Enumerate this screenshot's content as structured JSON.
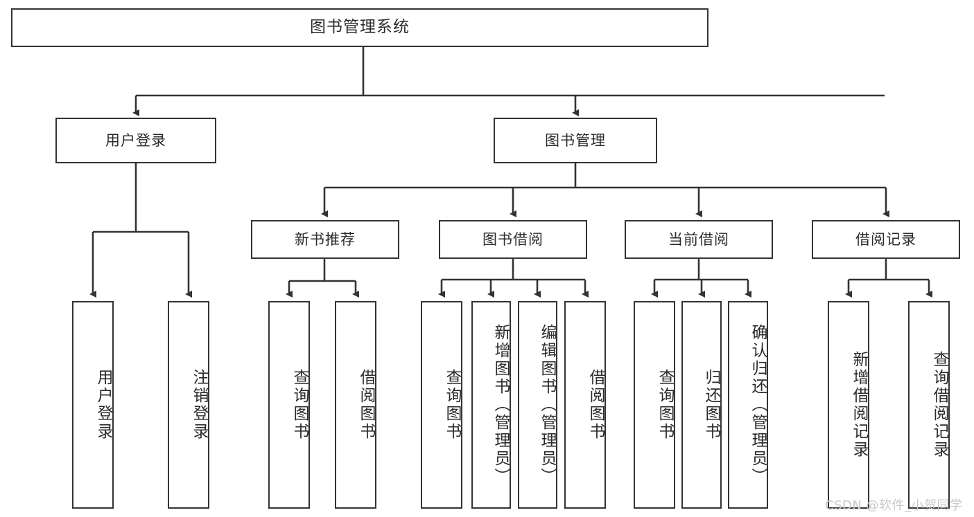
{
  "diagram": {
    "title": "图书管理系统",
    "watermark": "CSDN @软件_小贺同学",
    "style": {
      "box_border_color": "#333333",
      "box_fill_color": "#ffffff",
      "connector_color": "#333333",
      "text_color": "#2b2b2b",
      "watermark_color": "#c9c9c9",
      "background_color": "#ffffff"
    },
    "levels": {
      "root": "图书管理系统",
      "level2": [
        "用户登录",
        "图书管理"
      ],
      "level3": [
        "新书推荐",
        "图书借阅",
        "当前借阅",
        "借阅记录"
      ]
    },
    "nodes": {
      "root": {
        "label": "图书管理系统"
      },
      "user_login": {
        "label": "用户登录"
      },
      "book_manage": {
        "label": "图书管理"
      },
      "new_book_rec": {
        "label": "新书推荐"
      },
      "book_borrow": {
        "label": "图书借阅"
      },
      "current_borrow": {
        "label": "当前借阅"
      },
      "borrow_record": {
        "label": "借阅记录"
      },
      "leaf_user_login": {
        "label": "用户登录"
      },
      "leaf_logout": {
        "label": "注销登录"
      },
      "leaf_query_book_1": {
        "label": "查询图书"
      },
      "leaf_borrow_book_1": {
        "label": "借阅图书"
      },
      "leaf_query_book_2": {
        "label": "查询图书"
      },
      "leaf_add_book": {
        "label": "新增图书（管理员）"
      },
      "leaf_edit_book": {
        "label": "编辑图书（管理员）"
      },
      "leaf_borrow_book_2": {
        "label": "借阅图书"
      },
      "leaf_query_book_3": {
        "label": "查询图书"
      },
      "leaf_return_book": {
        "label": "归还图书"
      },
      "leaf_confirm_return": {
        "label": "确认归还（管理员）"
      },
      "leaf_add_record": {
        "label": "新增借阅记录"
      },
      "leaf_query_record": {
        "label": "查询借阅记录"
      }
    },
    "tree": [
      {
        "label": "图书管理系统",
        "children": [
          {
            "label": "用户登录",
            "children": [
              {
                "label": "用户登录"
              },
              {
                "label": "注销登录"
              }
            ]
          },
          {
            "label": "图书管理",
            "children": [
              {
                "label": "新书推荐",
                "children": [
                  {
                    "label": "查询图书"
                  },
                  {
                    "label": "借阅图书"
                  }
                ]
              },
              {
                "label": "图书借阅",
                "children": [
                  {
                    "label": "查询图书"
                  },
                  {
                    "label": "新增图书（管理员）"
                  },
                  {
                    "label": "编辑图书（管理员）"
                  },
                  {
                    "label": "借阅图书"
                  }
                ]
              },
              {
                "label": "当前借阅",
                "children": [
                  {
                    "label": "查询图书"
                  },
                  {
                    "label": "归还图书"
                  },
                  {
                    "label": "确认归还（管理员）"
                  }
                ]
              },
              {
                "label": "借阅记录",
                "children": [
                  {
                    "label": "新增借阅记录"
                  },
                  {
                    "label": "查询借阅记录"
                  }
                ]
              }
            ]
          }
        ]
      }
    ]
  }
}
